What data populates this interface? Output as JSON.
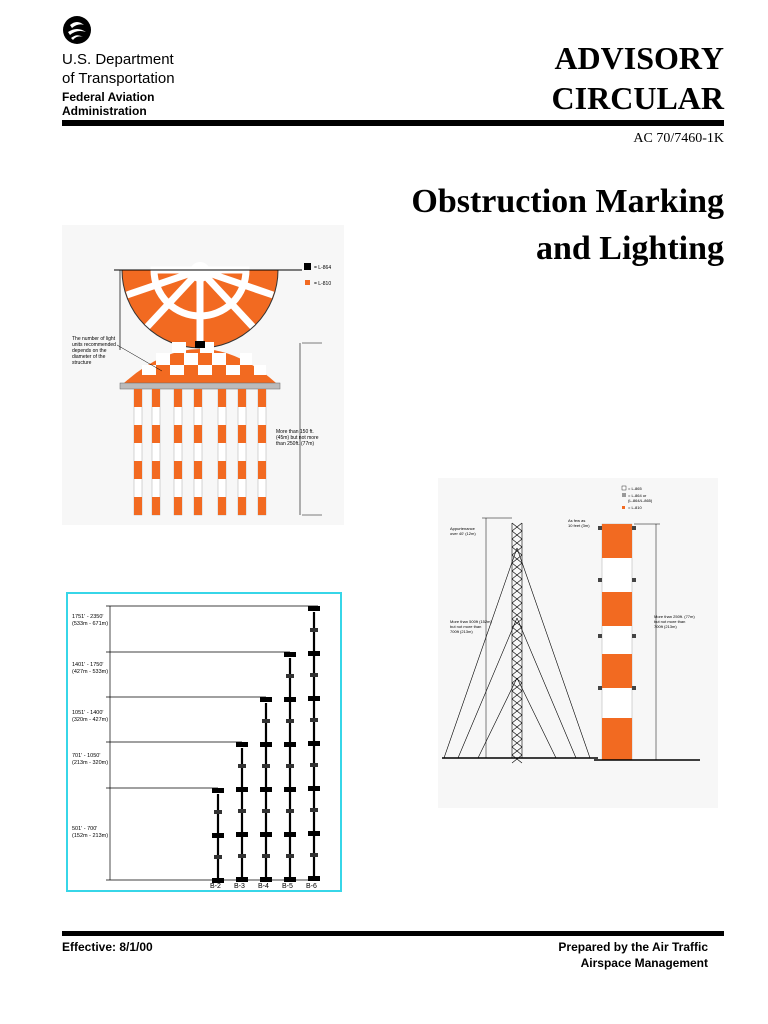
{
  "header": {
    "dept_line1": "U.S. Department",
    "dept_line2": "of Transportation",
    "faa_line1": "Federal Aviation",
    "faa_line2": "Administration",
    "doc_type_line1": "ADVISORY",
    "doc_type_line2": "CIRCULAR",
    "ac_number": "AC 70/7460-1K"
  },
  "title": {
    "line1": "Obstruction Marking",
    "line2": "and Lighting"
  },
  "figures": {
    "water_tower": {
      "legend_l864": "= L-864",
      "legend_l810": "= L-810",
      "note": [
        "The number of light",
        "units recommended",
        "depends on the",
        "diameter of the",
        "structure"
      ],
      "height_note": [
        "More than 150 ft.",
        "(45m) but not more",
        "than 250ft. (77m)"
      ]
    },
    "tower_heights": {
      "ranges": [
        [
          "1751' - 2350'",
          "(533m - 671m)"
        ],
        [
          "1401' - 1750'",
          "(427m - 533m)"
        ],
        [
          "1051' - 1400'",
          "(320m - 427m)"
        ],
        [
          "701' - 1050'",
          "(213m - 320m)"
        ],
        [
          "501' - 700'",
          "(152m - 213m)"
        ]
      ],
      "labels": [
        "B-2",
        "B-3",
        "B-4",
        "B-5",
        "B-6"
      ]
    },
    "towers": {
      "legend": [
        "= L-865",
        "= L-864 or",
        "(L-864/L-865)",
        "= L-810"
      ],
      "appurtenance": [
        "Appurtenance",
        "over 40' (12m)"
      ],
      "mast_height": [
        "More than 500ft (152m)",
        "but not more than",
        "700ft (213m)"
      ],
      "top_note": [
        "As few as",
        "10 feet (3m)"
      ],
      "chimney_height": [
        "More than 250ft. (77m)",
        "but not more than",
        "700ft (213m)"
      ]
    }
  },
  "footer": {
    "effective": "Effective: 8/1/00",
    "prepared_line1": "Prepared by the Air Traffic",
    "prepared_line2": "Airspace Management"
  },
  "colors": {
    "marking_orange": "#f26a21",
    "figure_border": "#37d6e8"
  }
}
